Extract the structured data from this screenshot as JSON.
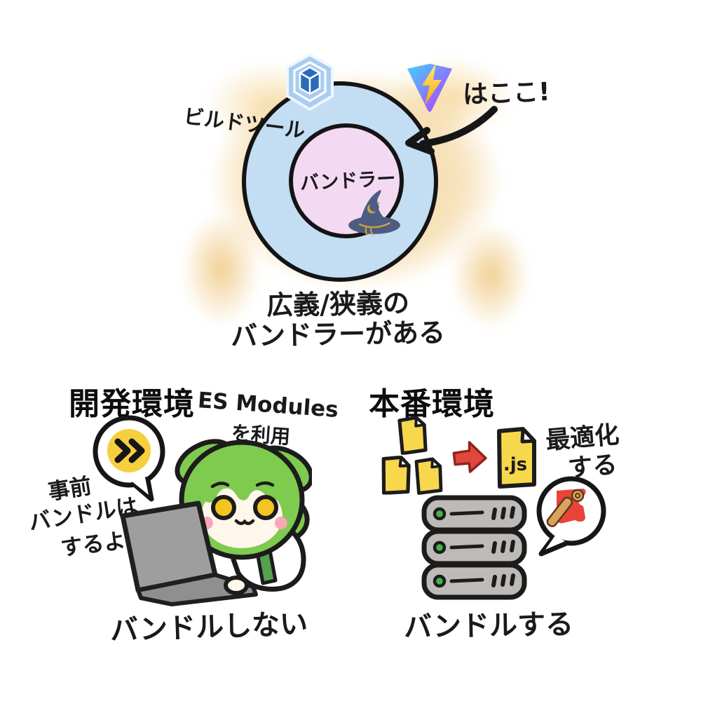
{
  "illustration": {
    "topic": "bundlers-build-tools-diagram",
    "background_color": "#ffffff",
    "halo_color": "#f2ce8c"
  },
  "venn": {
    "outer_label": "ビルドツール",
    "inner_label": "バンドラー",
    "vite_pointer_label": "はここ!",
    "caption_line1": "広義/狭義の",
    "caption_line2": "バンドラーがある",
    "outer_fill": "#c3ddf2",
    "inner_fill": "#f3d9f1"
  },
  "dev": {
    "title": "開発環境",
    "esm_note_line1": "ES Modules",
    "esm_note_line2": "を利用",
    "speech_lines": [
      "事前",
      "バンドルは",
      "するよ"
    ],
    "caption": "バンドルしない",
    "esbuild_yellow": "#f6cf3e"
  },
  "prod": {
    "title": "本番環境",
    "optimize_line1": "最適化",
    "optimize_line2": "する",
    "js_file_label": ".js",
    "caption": "バンドルする",
    "file_yellow": "#f7d84d",
    "arrow_red": "#e2473d",
    "rollup_red": "#e8443a"
  },
  "icons": {
    "webpack": "webpack-logo-icon",
    "vite": "vite-logo-icon",
    "wizard_hat": "wizard-hat-icon",
    "esbuild": "esbuild-logo-icon",
    "rollup": "rollup-logo-icon",
    "files": "file-icon",
    "js_file": "js-file-icon",
    "arrow": "arrow-right-icon",
    "servers": "server-stack-icon",
    "character": "zundamon-character",
    "laptop": "laptop-icon",
    "pointer": "pointer-arrow-icon"
  }
}
